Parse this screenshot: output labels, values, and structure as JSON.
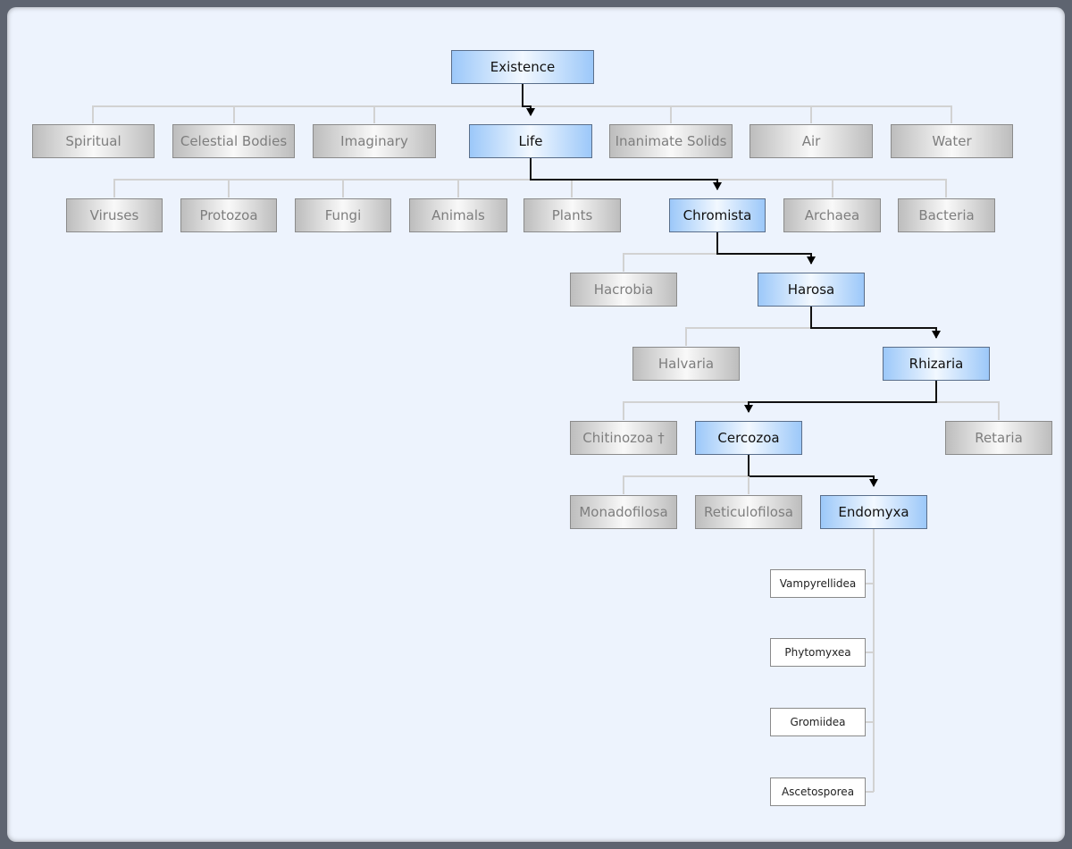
{
  "nodes": {
    "existence": "Existence",
    "spiritual": "Spiritual",
    "celestial_bodies": "Celestial Bodies",
    "imaginary": "Imaginary",
    "life": "Life",
    "inanimate_solids": "Inanimate Solids",
    "air": "Air",
    "water": "Water",
    "viruses": "Viruses",
    "protozoa": "Protozoa",
    "fungi": "Fungi",
    "animals": "Animals",
    "plants": "Plants",
    "chromista": "Chromista",
    "archaea": "Archaea",
    "bacteria": "Bacteria",
    "hacrobia": "Hacrobia",
    "harosa": "Harosa",
    "halvaria": "Halvaria",
    "rhizaria": "Rhizaria",
    "chitinozoa": "Chitinozoa †",
    "cercozoa": "Cercozoa",
    "retaria": "Retaria",
    "monadofilosa": "Monadofilosa",
    "reticulofilosa": "Reticulofilosa",
    "endomyxa": "Endomyxa",
    "vampyrellidea": "Vampyrellidea",
    "phytomyxea": "Phytomyxea",
    "gromiidea": "Gromiidea",
    "ascetosporea": "Ascetosporea"
  },
  "colors": {
    "highlight_path": "#000000",
    "inactive_connector": "#d2d2d2",
    "background": "#edf3fd"
  }
}
